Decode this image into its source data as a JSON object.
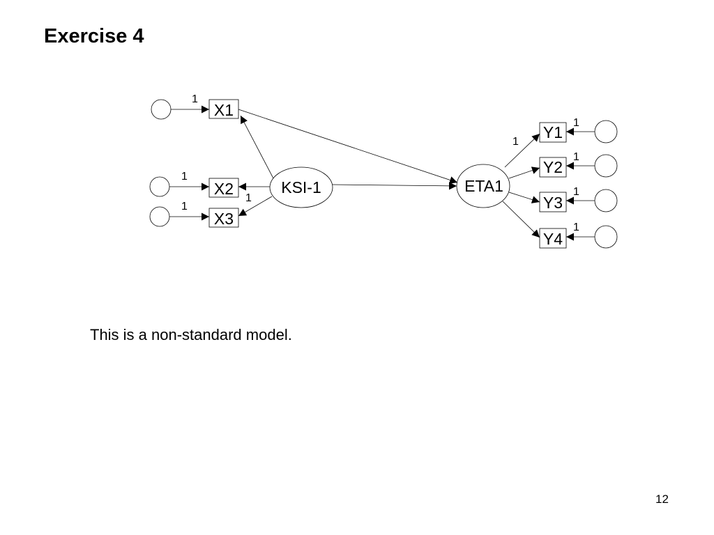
{
  "slide": {
    "title": "Exercise 4",
    "body_text": "This is a non-standard model.",
    "page_number": "12"
  },
  "diagram": {
    "latent": {
      "ksi": "KSI-1",
      "eta": "ETA1"
    },
    "indicators": {
      "x1": "X1",
      "x2": "X2",
      "x3": "X3",
      "y1": "Y1",
      "y2": "Y2",
      "y3": "Y3",
      "y4": "Y4"
    },
    "path_labels": {
      "e_x1": "1",
      "e_x2": "1",
      "e_x3": "1",
      "ksi_x2": "1",
      "eta_y1": "1",
      "e_y1": "1",
      "e_y2": "1",
      "e_y3": "1",
      "e_y4": "1"
    },
    "colors": {
      "stroke": "#000000",
      "fill": "#ffffff"
    }
  }
}
